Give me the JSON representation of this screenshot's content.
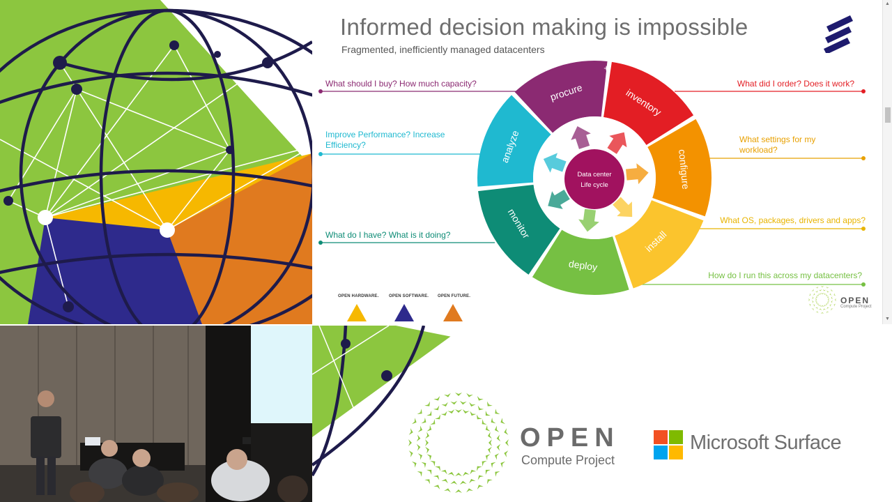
{
  "slide": {
    "title": "Informed decision making is impossible",
    "subtitle": "Fragmented, inefficiently managed datacenters",
    "center_label_line1": "Data center",
    "center_label_line2": "Life cycle",
    "segments": [
      {
        "label": "procure",
        "color": "#8b2a72"
      },
      {
        "label": "inventory",
        "color": "#e31e24"
      },
      {
        "label": "configure",
        "color": "#f39200"
      },
      {
        "label": "install",
        "color": "#fbc42d"
      },
      {
        "label": "deploy",
        "color": "#76c043"
      },
      {
        "label": "monitor",
        "color": "#0e8c76"
      },
      {
        "label": "analyze",
        "color": "#1fb9d0"
      }
    ],
    "questions": [
      {
        "text_line1": "What should I buy? How much capacity?",
        "text_line2": "",
        "color": "#8b2a72"
      },
      {
        "text_line1": "What did I order? Does it work?",
        "text_line2": "",
        "color": "#e31e24"
      },
      {
        "text_line1": "Improve Performance? Increase",
        "text_line2": "Efficiency?",
        "color": "#1fb9d0"
      },
      {
        "text_line1": "What settings for my",
        "text_line2": "workload?",
        "color": "#e8a000"
      },
      {
        "text_line1": "What OS, packages, drivers and apps?",
        "text_line2": "",
        "color": "#e8b400"
      },
      {
        "text_line1": "What do I have? What is it doing?",
        "text_line2": "",
        "color": "#0e8c76"
      },
      {
        "text_line1": "How do I run this across my datacenters?",
        "text_line2": "",
        "color": "#76c043"
      }
    ],
    "footer_labels": [
      "OPEN HARDWARE.",
      "OPEN SOFTWARE.",
      "OPEN FUTURE."
    ],
    "footer_colors": [
      "#f6b800",
      "#2e2a8c",
      "#e07a1f"
    ],
    "small_logo_word": "OPEN",
    "small_logo_sub": "Compute Project"
  },
  "branding": {
    "ocp_word": "OPEN",
    "ocp_sub": "Compute Project",
    "ms_word": "Microsoft Surface",
    "ms_colors": [
      "#f25022",
      "#7fba00",
      "#00a4ef",
      "#ffb900"
    ]
  },
  "colors": {
    "green": "#8cc63f",
    "navy": "#1e1b4b",
    "yellow": "#f6b800",
    "blue": "#2e2a8c",
    "orange": "#e07a1f"
  }
}
